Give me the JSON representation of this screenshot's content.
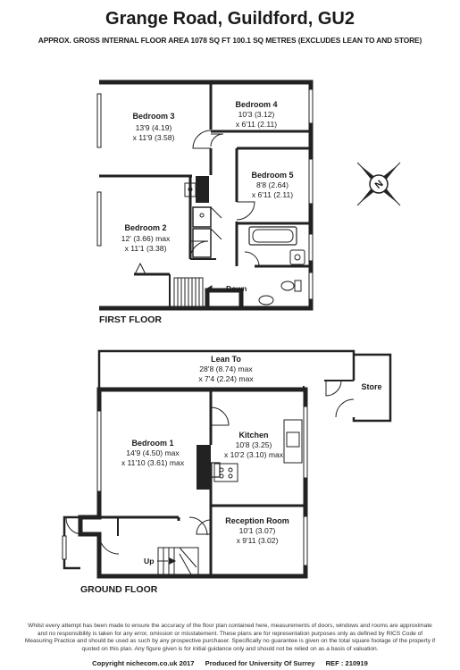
{
  "header": {
    "title": "Grange Road, Guildford, GU2",
    "subtitle": "APPROX. GROSS INTERNAL FLOOR AREA 1078 SQ FT 100.1 SQ METRES (EXCLUDES LEAN TO AND STORE)"
  },
  "first_floor": {
    "label": "FIRST FLOOR",
    "stairs_label": "Down",
    "rooms": [
      {
        "name": "Bedroom 3",
        "dim1": "13'9 (4.19)",
        "dim2": "x 11'9 (3.58)"
      },
      {
        "name": "Bedroom 4",
        "dim1": "10'3 (3.12)",
        "dim2": "x 6'11 (2.11)"
      },
      {
        "name": "Bedroom 5",
        "dim1": "8'8 (2.64)",
        "dim2": "x 6'11 (2.11)"
      },
      {
        "name": "Bedroom 2",
        "dim1": "12' (3.66) max",
        "dim2": "x 11'1 (3.38)"
      }
    ]
  },
  "ground_floor": {
    "label": "GROUND FLOOR",
    "stairs_label": "Up",
    "rooms": [
      {
        "name": "Lean To",
        "dim1": "28'8 (8.74) max",
        "dim2": "x 7'4 (2.24) max"
      },
      {
        "name": "Store"
      },
      {
        "name": "Kitchen",
        "dim1": "10'8 (3.25)",
        "dim2": "x 10'2 (3.10) max"
      },
      {
        "name": "Bedroom 1",
        "dim1": "14'9 (4.50) max",
        "dim2": "x 11'10 (3.61) max"
      },
      {
        "name": "Reception Room",
        "dim1": "10'1 (3.07)",
        "dim2": "x 9'11 (3.02)"
      }
    ]
  },
  "compass": {
    "letter": "N"
  },
  "disclaimer": "Whilst every attempt has been made to ensure the accuracy of the floor plan contained here, measurements of doors, windows and rooms are approximate and no responsibility is taken for any error, omission or misstatement. These plans are for representation purposes only as defined by RICS Code of Measuring Practice and should be used as such by any prospective purchaser. Specifically no guarantee is given on the total square footage of the property if quoted on this plan. Any figure given is for initial guidance only and should not be relied on as a basis of valuation.",
  "footer": {
    "copyright": "Copyright nichecom.co.uk 2017",
    "produced": "Produced for University Of Surrey",
    "ref": "REF : 210919"
  }
}
